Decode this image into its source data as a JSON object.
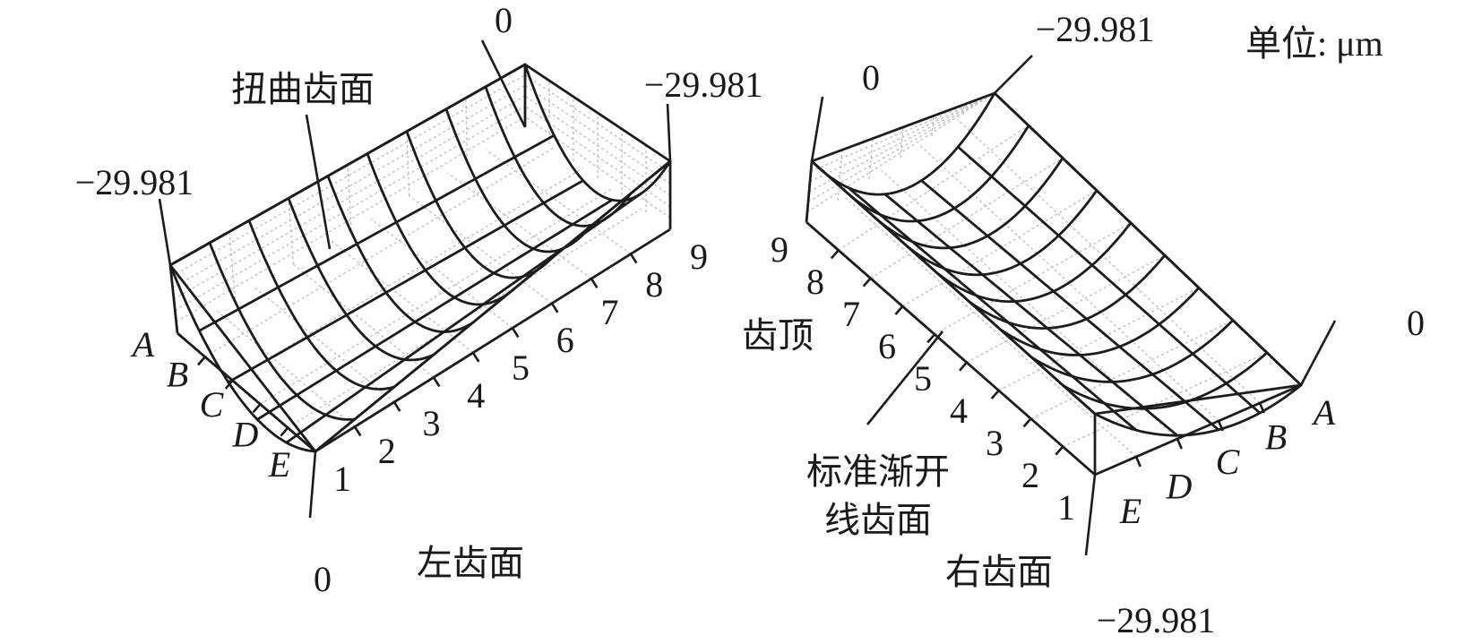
{
  "unit_label": "单位: μm",
  "tooth_tip_label": "齿顶",
  "left": {
    "title": "左齿面",
    "surface_label": "扭曲齿面",
    "values": {
      "top": "0",
      "front_top": "-29.981",
      "back_right": "-29.981",
      "bottom": "0"
    },
    "letter_ticks": [
      "A",
      "B",
      "C",
      "D",
      "E"
    ],
    "number_ticks": [
      "1",
      "2",
      "3",
      "4",
      "5",
      "6",
      "7",
      "8",
      "9"
    ]
  },
  "right": {
    "title": "右齿面",
    "surface_label_line1": "标准渐开",
    "surface_label_line2": "线齿面",
    "values": {
      "top": "-29.981",
      "back_left": "0",
      "right": "0",
      "bottom": "-29.981"
    },
    "letter_ticks": [
      "A",
      "B",
      "C",
      "D",
      "E"
    ],
    "number_ticks": [
      "1",
      "2",
      "3",
      "4",
      "5",
      "6",
      "7",
      "8",
      "9"
    ]
  }
}
